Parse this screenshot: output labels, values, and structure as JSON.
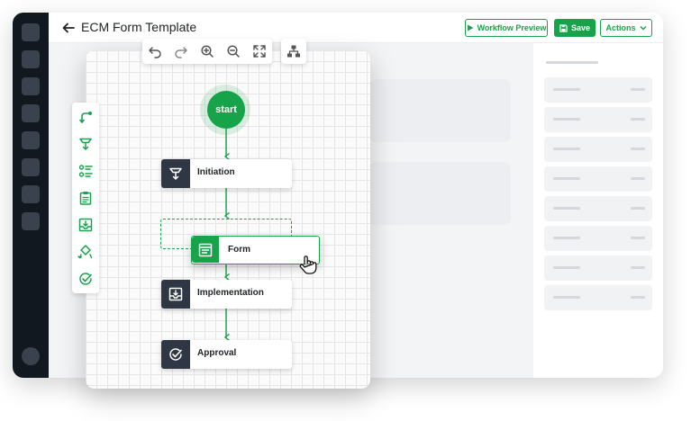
{
  "header": {
    "title": "ECM Form Template",
    "workflow_preview_label": "Workflow Preview",
    "save_label": "Save",
    "actions_label": "Actions"
  },
  "start_label": "start",
  "nodes": [
    {
      "label": "Initiation",
      "icon": "funnel-arrow-icon"
    },
    {
      "label": "Form",
      "icon": "form-icon"
    },
    {
      "label": "Implementation",
      "icon": "inbox-arrow-icon"
    },
    {
      "label": "Approval",
      "icon": "check-circle-icon"
    }
  ],
  "colors": {
    "accent": "#16a34a",
    "dark": "#2e3743",
    "rail": "#111820"
  },
  "canvas_toolbar": [
    "undo-icon",
    "redo-icon",
    "zoom-in-icon",
    "zoom-out-icon",
    "fit-screen-icon",
    "auto-layout-icon"
  ],
  "palette_tools": [
    "start-event-icon",
    "funnel-arrow-icon",
    "list-icon",
    "clipboard-icon",
    "inbox-arrow-icon",
    "diamond-arrow-icon",
    "check-circle-icon"
  ]
}
